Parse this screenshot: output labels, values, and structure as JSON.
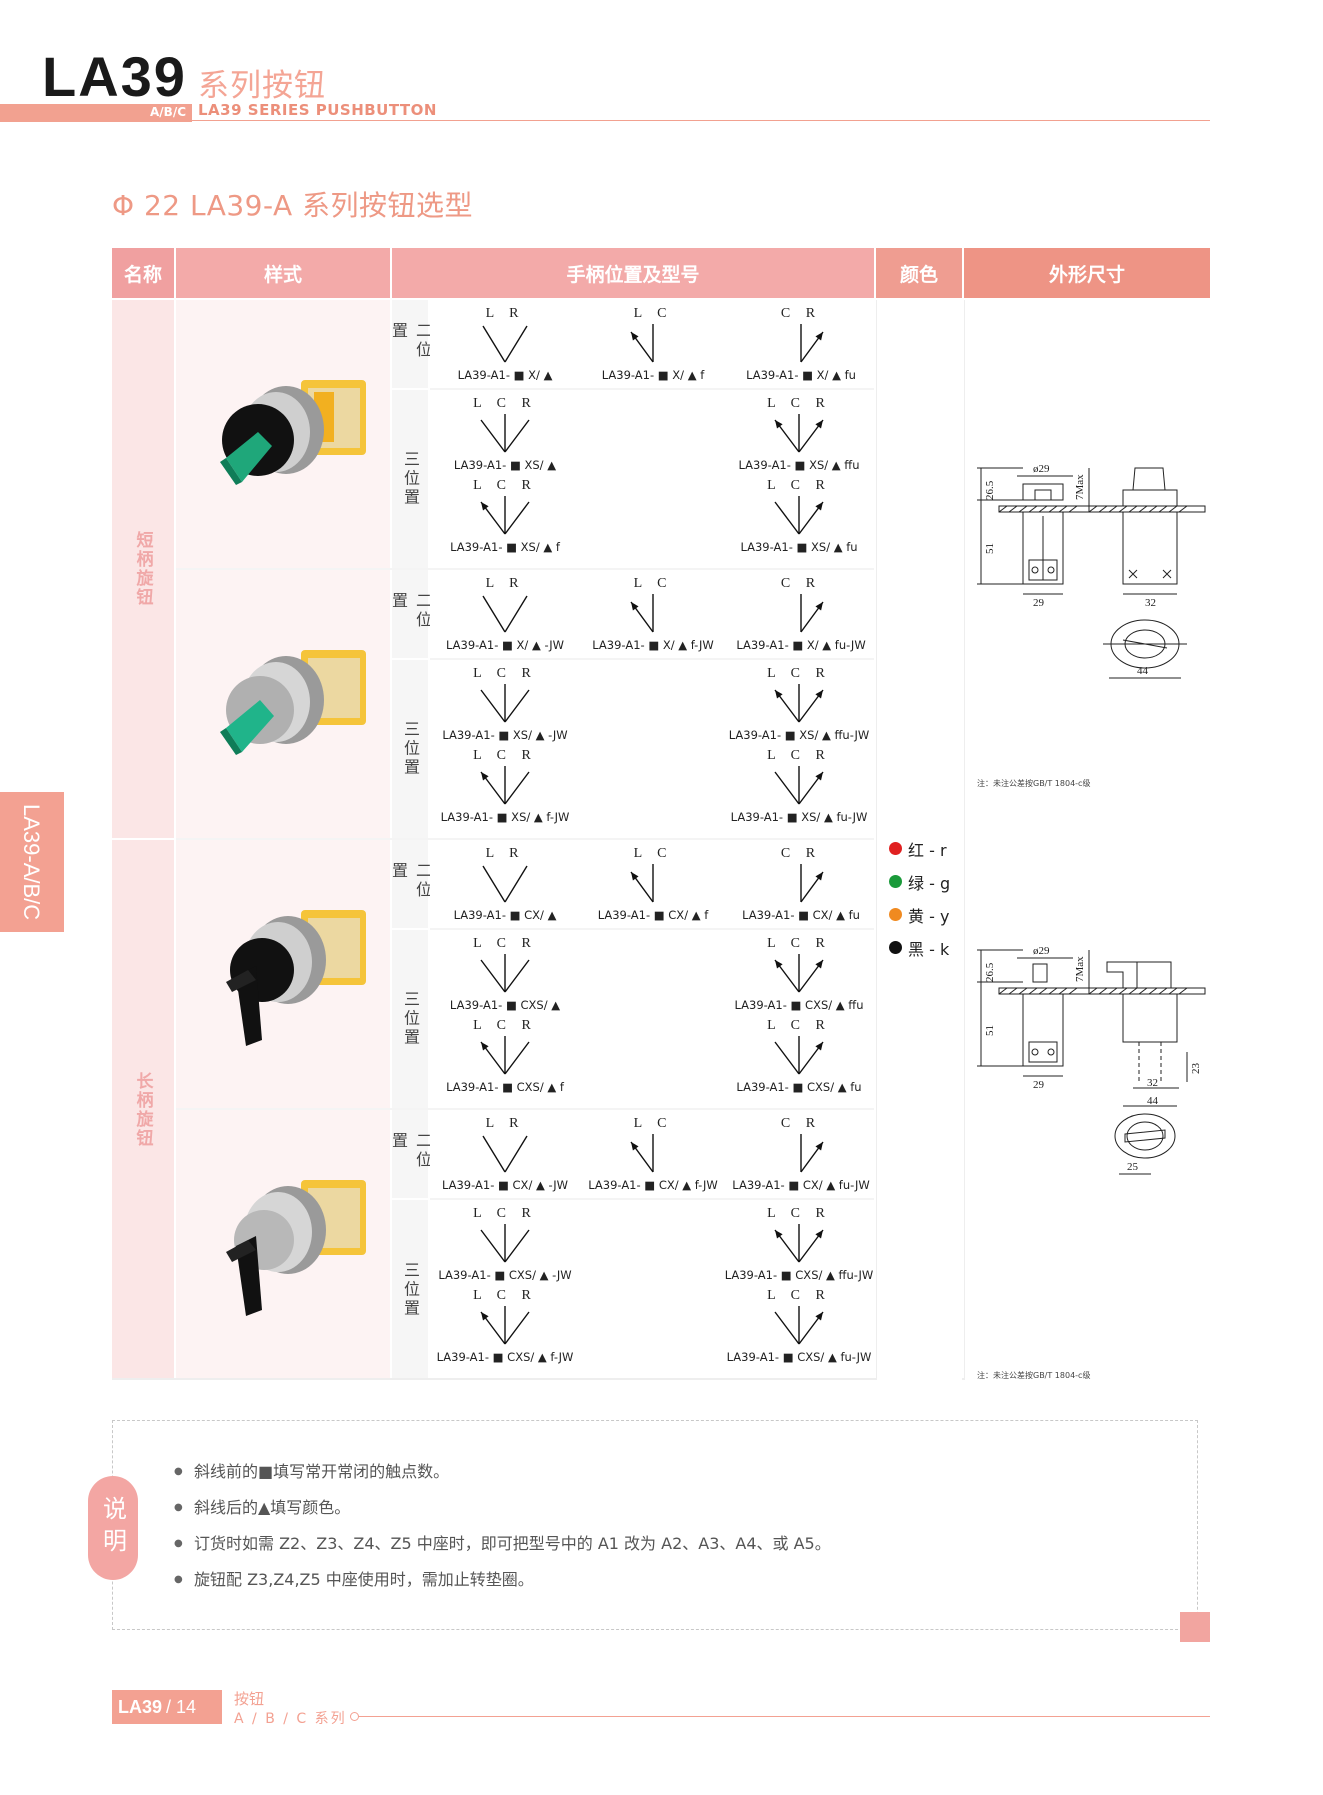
{
  "header": {
    "series": "LA39",
    "title_cn": "系列按钮",
    "sub_code": "A/B/C",
    "title_en": "LA39 SERIES PUSHBUTTON"
  },
  "section_title": "Φ 22 LA39-A 系列按钮选型",
  "side_tab": "LA39-A/B/C",
  "table": {
    "headers": [
      "名称",
      "样式",
      "手柄位置及型号",
      "颜色",
      "外形尺寸"
    ],
    "groups": [
      {
        "name": "短柄旋钮"
      },
      {
        "name": "长柄旋钮"
      }
    ],
    "positions": [
      "二位置",
      "三位置",
      "二位置",
      "三位置",
      "二位置",
      "三位置",
      "二位置",
      "三位置"
    ],
    "blocks": [
      {
        "two": [
          {
            "label": "L R",
            "model": "LA39-A1- ■ X/ ▲"
          },
          {
            "label": "L C",
            "model": "LA39-A1- ■ X/ ▲ f"
          },
          {
            "label": "C R",
            "model": "LA39-A1- ■ X/ ▲ fu"
          }
        ],
        "three": [
          {
            "label": "L C R",
            "model": "LA39-A1- ■ XS/ ▲"
          },
          {
            "label": "L C R",
            "model": "LA39-A1- ■ XS/ ▲ ffu"
          },
          {
            "label": "L C R",
            "model": "LA39-A1- ■ XS/ ▲ f"
          },
          {
            "label": "L C R",
            "model": "LA39-A1- ■ XS/ ▲ fu"
          }
        ]
      },
      {
        "two": [
          {
            "label": "L R",
            "model": "LA39-A1- ■ X/ ▲ -JW"
          },
          {
            "label": "L C",
            "model": "LA39-A1- ■ X/ ▲ f-JW"
          },
          {
            "label": "C R",
            "model": "LA39-A1- ■ X/ ▲ fu-JW"
          }
        ],
        "three": [
          {
            "label": "L C R",
            "model": "LA39-A1- ■ XS/ ▲ -JW"
          },
          {
            "label": "L C R",
            "model": "LA39-A1- ■ XS/ ▲ ffu-JW"
          },
          {
            "label": "L C R",
            "model": "LA39-A1- ■ XS/ ▲ f-JW"
          },
          {
            "label": "L C R",
            "model": "LA39-A1- ■ XS/ ▲ fu-JW"
          }
        ]
      },
      {
        "two": [
          {
            "label": "L R",
            "model": "LA39-A1- ■ CX/ ▲"
          },
          {
            "label": "L C",
            "model": "LA39-A1- ■ CX/ ▲ f"
          },
          {
            "label": "C R",
            "model": "LA39-A1- ■ CX/ ▲ fu"
          }
        ],
        "three": [
          {
            "label": "L C R",
            "model": "LA39-A1- ■ CXS/ ▲"
          },
          {
            "label": "L C R",
            "model": "LA39-A1- ■ CXS/ ▲ ffu"
          },
          {
            "label": "L C R",
            "model": "LA39-A1- ■ CXS/ ▲ f"
          },
          {
            "label": "L C R",
            "model": "LA39-A1- ■ CXS/ ▲ fu"
          }
        ]
      },
      {
        "two": [
          {
            "label": "L R",
            "model": "LA39-A1- ■ CX/ ▲ -JW"
          },
          {
            "label": "L C",
            "model": "LA39-A1- ■ CX/ ▲ f-JW"
          },
          {
            "label": "C R",
            "model": "LA39-A1- ■ CX/ ▲ fu-JW"
          }
        ],
        "three": [
          {
            "label": "L C R",
            "model": "LA39-A1- ■ CXS/ ▲ -JW"
          },
          {
            "label": "L C R",
            "model": "LA39-A1- ■ CXS/ ▲ ffu-JW"
          },
          {
            "label": "L C R",
            "model": "LA39-A1- ■ CXS/ ▲ f-JW"
          },
          {
            "label": "L C R",
            "model": "LA39-A1- ■ CXS/ ▲ fu-JW"
          }
        ]
      }
    ],
    "colors": [
      {
        "label": "红 - r",
        "hex": "#e02020"
      },
      {
        "label": "绿 - g",
        "hex": "#1a9a3a"
      },
      {
        "label": "黄 - y",
        "hex": "#f08a20"
      },
      {
        "label": "黑 - k",
        "hex": "#111111"
      }
    ],
    "dimension_note": "注：未注公差按GB/T 1804-c级",
    "dimensions_short": {
      "d": "ø29",
      "h1": "26.5",
      "h2": "51",
      "w1": "29",
      "w2": "32",
      "w3": "44",
      "max": "7Max"
    },
    "dimensions_long": {
      "d": "ø29",
      "h1": "26.5",
      "h2": "51",
      "w1": "29",
      "w2": "32",
      "w3": "44",
      "w4": "25",
      "h3": "23",
      "max": "7Max"
    }
  },
  "notes": {
    "label": "说明",
    "items": [
      "斜线前的■填写常开常闭的触点数。",
      "斜线后的▲填写颜色。",
      "订货时如需 Z2、Z3、Z4、Z5 中座时，即可把型号中的 A1 改为 A2、A3、A4、或 A5。",
      "旋钮配 Z3,Z4,Z5 中座使用时，需加止转垫圈。"
    ]
  },
  "footer": {
    "page_code": "LA39",
    "page_num": "/ 14",
    "cn": "按钮",
    "en": "A / B / C 系列"
  }
}
